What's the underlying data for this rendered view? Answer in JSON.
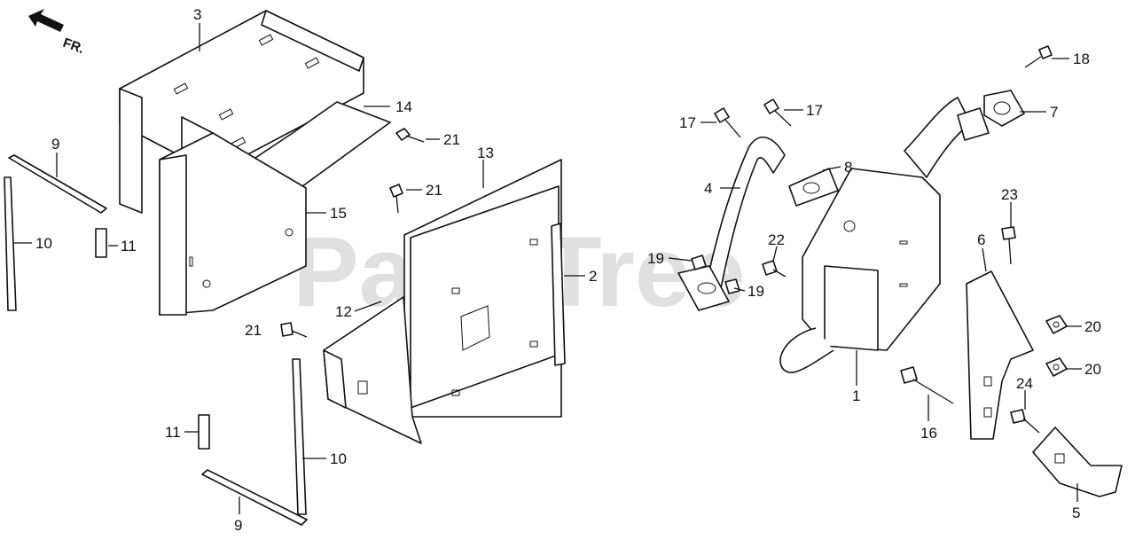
{
  "watermark": "PartsTree",
  "direction": {
    "label": "FR."
  },
  "callouts": [
    {
      "key": "3",
      "label": "3"
    },
    {
      "key": "14",
      "label": "14"
    },
    {
      "key": "21a",
      "label": "21"
    },
    {
      "key": "21b",
      "label": "21"
    },
    {
      "key": "21c",
      "label": "21"
    },
    {
      "key": "9a",
      "label": "9"
    },
    {
      "key": "10a",
      "label": "10"
    },
    {
      "key": "11a",
      "label": "11"
    },
    {
      "key": "15",
      "label": "15"
    },
    {
      "key": "13",
      "label": "13"
    },
    {
      "key": "2",
      "label": "2"
    },
    {
      "key": "12",
      "label": "12"
    },
    {
      "key": "11b",
      "label": "11"
    },
    {
      "key": "10b",
      "label": "10"
    },
    {
      "key": "9b",
      "label": "9"
    },
    {
      "key": "17a",
      "label": "17"
    },
    {
      "key": "17b",
      "label": "17"
    },
    {
      "key": "4",
      "label": "4"
    },
    {
      "key": "8",
      "label": "8"
    },
    {
      "key": "19a",
      "label": "19"
    },
    {
      "key": "19b",
      "label": "19"
    },
    {
      "key": "22",
      "label": "22"
    },
    {
      "key": "18",
      "label": "18"
    },
    {
      "key": "7",
      "label": "7"
    },
    {
      "key": "23",
      "label": "23"
    },
    {
      "key": "6",
      "label": "6"
    },
    {
      "key": "20a",
      "label": "20"
    },
    {
      "key": "20b",
      "label": "20"
    },
    {
      "key": "1",
      "label": "1"
    },
    {
      "key": "16",
      "label": "16"
    },
    {
      "key": "24",
      "label": "24"
    },
    {
      "key": "5",
      "label": "5"
    }
  ]
}
